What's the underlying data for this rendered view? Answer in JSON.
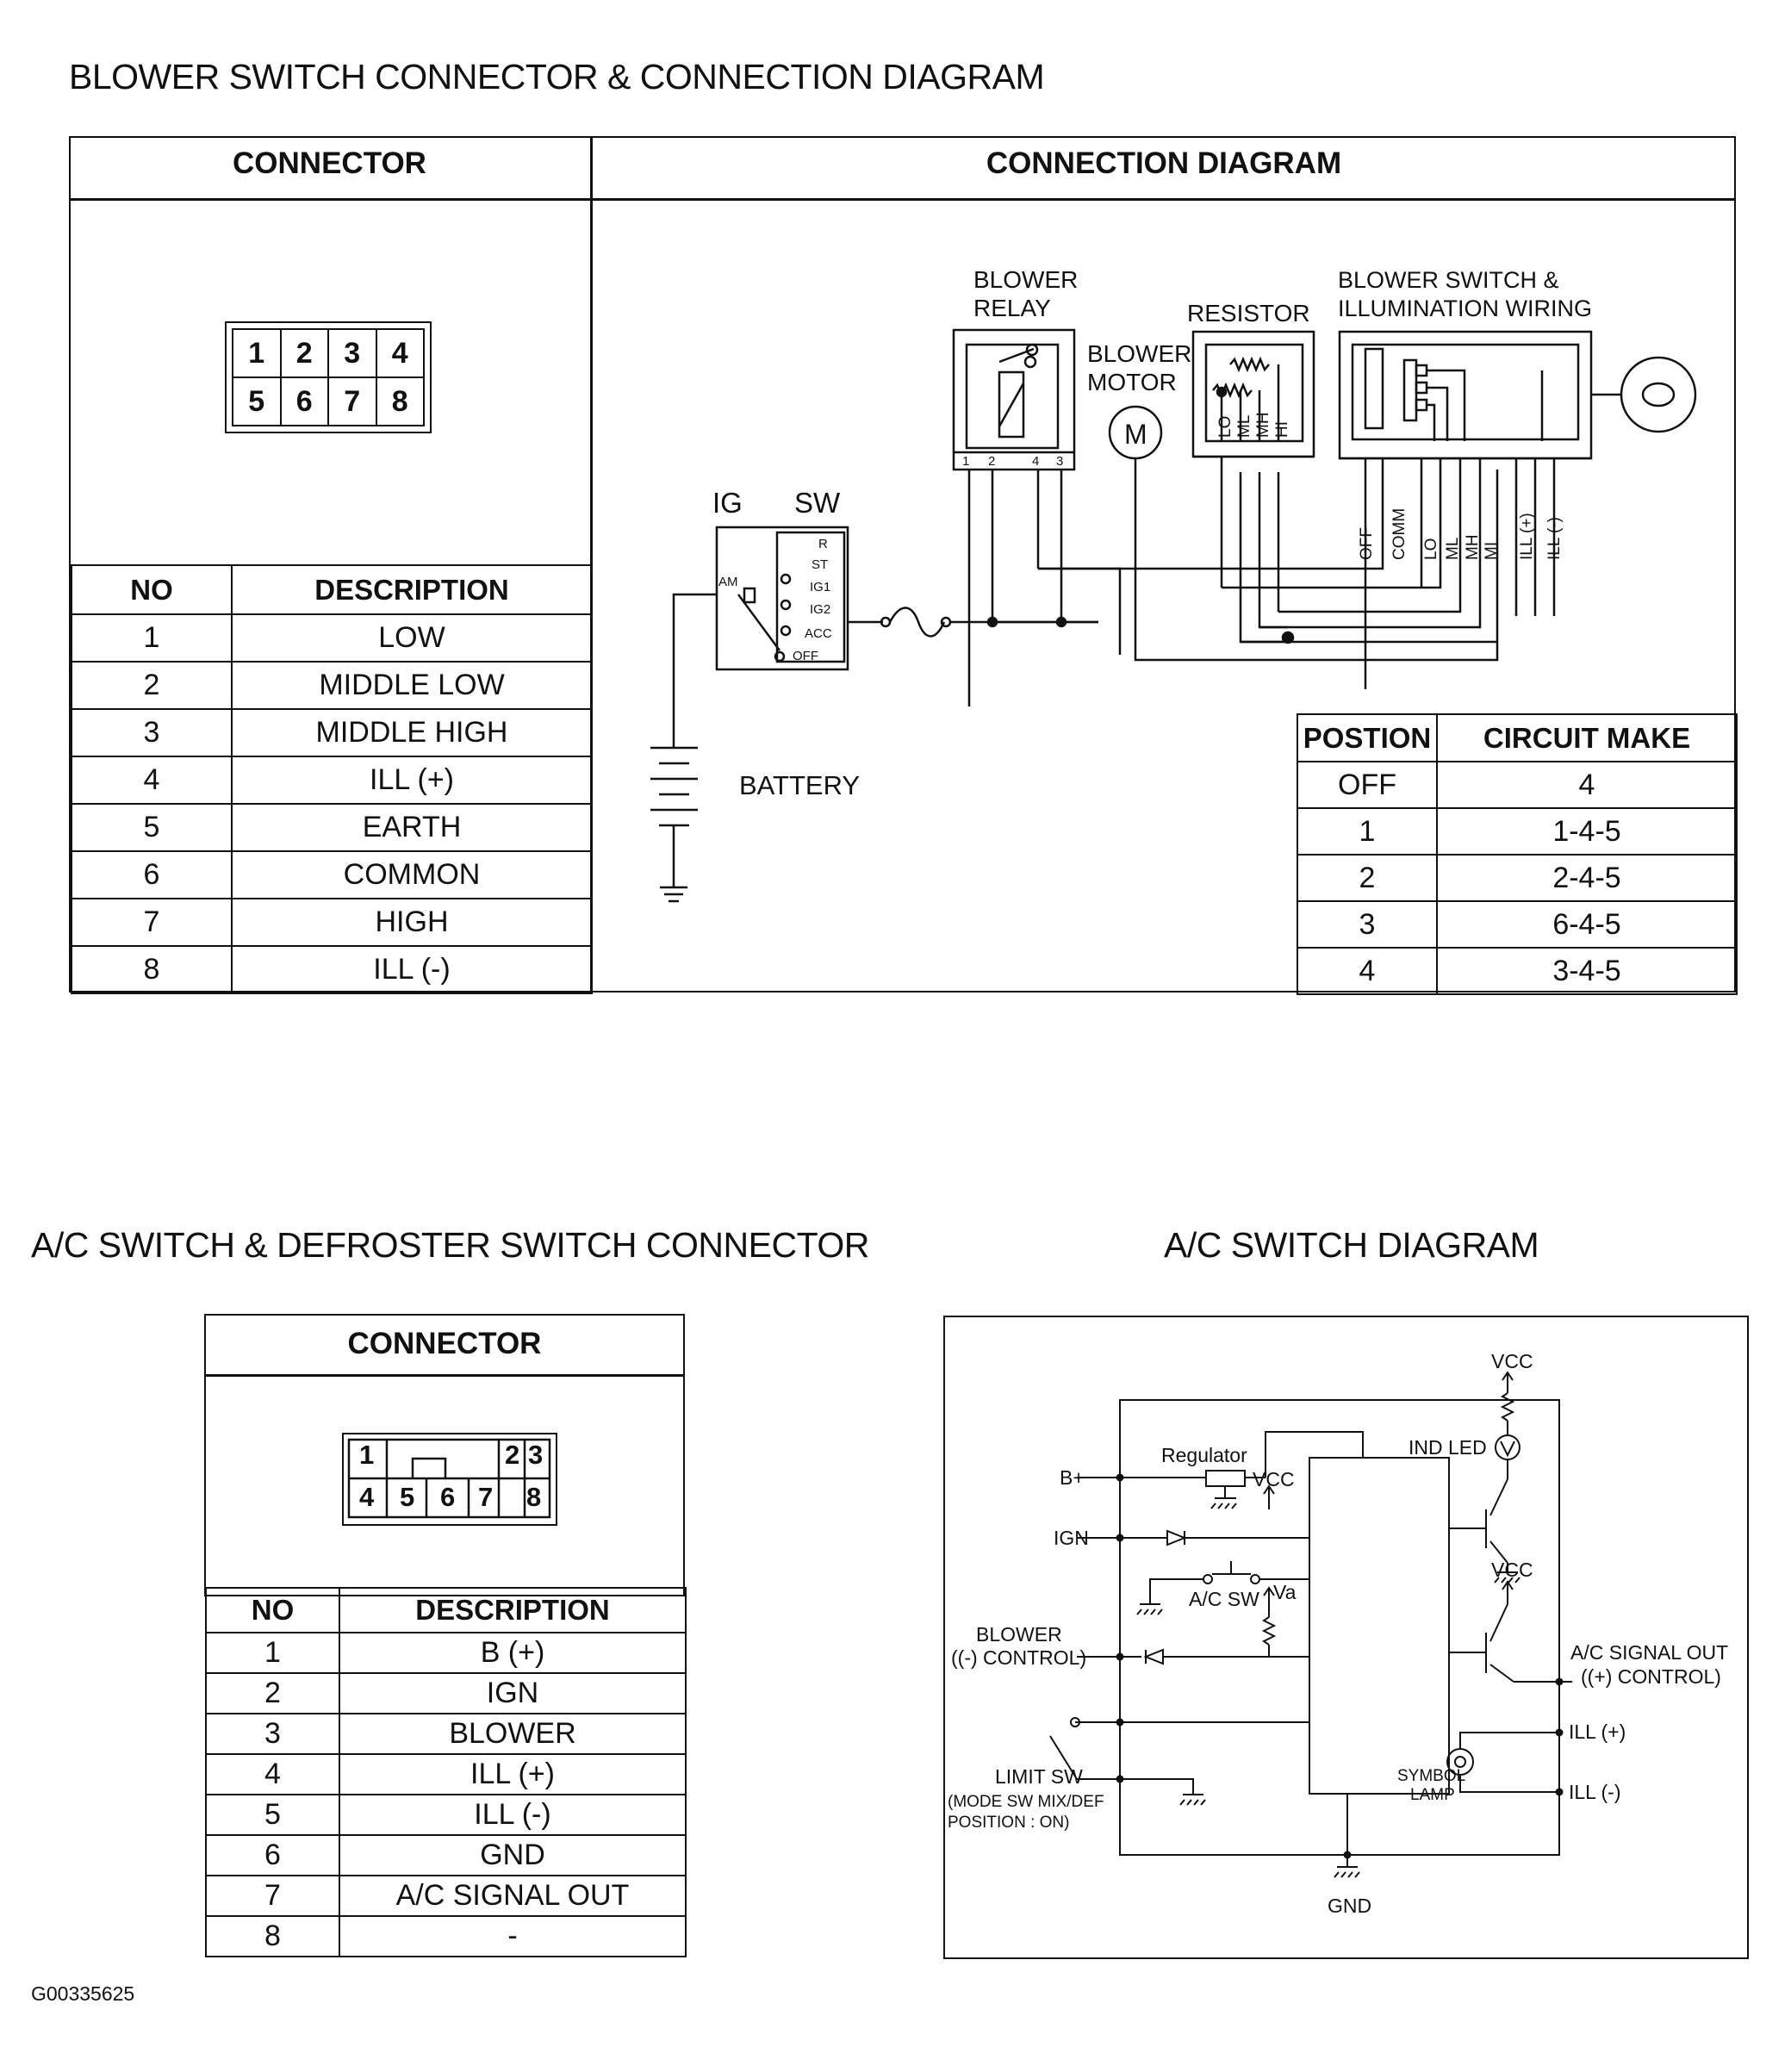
{
  "blower_section": {
    "title": "BLOWER SWITCH CONNECTOR & CONNECTION DIAGRAM",
    "connector_header": "CONNECTOR",
    "diagram_header": "CONNECTION DIAGRAM",
    "pins": [
      "1",
      "2",
      "3",
      "4",
      "5",
      "6",
      "7",
      "8"
    ],
    "table_headers": {
      "no": "NO",
      "description": "DESCRIPTION"
    },
    "rows": [
      {
        "no": "1",
        "desc": "LOW"
      },
      {
        "no": "2",
        "desc": "MIDDLE LOW"
      },
      {
        "no": "3",
        "desc": "MIDDLE HIGH"
      },
      {
        "no": "4",
        "desc": "ILL (+)"
      },
      {
        "no": "5",
        "desc": "EARTH"
      },
      {
        "no": "6",
        "desc": "COMMON"
      },
      {
        "no": "7",
        "desc": "HIGH"
      },
      {
        "no": "8",
        "desc": "ILL (-)"
      }
    ],
    "labels": {
      "blower_relay_1": "BLOWER",
      "blower_relay_2": "RELAY",
      "blower_motor_1": "BLOWER",
      "blower_motor_2": "MOTOR",
      "motor_symbol": "M",
      "resistor": "RESISTOR",
      "switch_wiring_1": "BLOWER SWITCH &",
      "switch_wiring_2": "ILLUMINATION WIRING",
      "ig": "IG",
      "sw": "SW",
      "battery": "BATTERY",
      "ign_r": "R",
      "ign_st": "ST",
      "ign_ig1": "IG1",
      "ign_ig2": "IG2",
      "ign_acc": "ACC",
      "ign_off": "OFF",
      "ign_am": "AM",
      "relay_pins": [
        "1",
        "2",
        "4",
        "3"
      ],
      "res_lo": "LO",
      "res_ml": "ML",
      "res_mh": "MH",
      "res_hi": "HI",
      "sw_off": "OFF",
      "sw_comm": "COMM",
      "sw_lo": "LO",
      "sw_ml": "ML",
      "sw_mh": "MH",
      "sw_mi": "MI",
      "sw_illp": "ILL (+)",
      "sw_illm": "ILL (-)"
    },
    "circuit_table": {
      "headers": {
        "position": "POSTION",
        "circuit": "CIRCUIT MAKE"
      },
      "rows": [
        {
          "pos": "OFF",
          "circuit": "4"
        },
        {
          "pos": "1",
          "circuit": "1-4-5"
        },
        {
          "pos": "2",
          "circuit": "2-4-5"
        },
        {
          "pos": "3",
          "circuit": "6-4-5"
        },
        {
          "pos": "4",
          "circuit": "3-4-5"
        }
      ]
    }
  },
  "ac_connector_section": {
    "title": "A/C SWITCH & DEFROSTER SWITCH CONNECTOR",
    "connector_header": "CONNECTOR",
    "pins_top": [
      "1",
      "2",
      "3"
    ],
    "pins_bottom": [
      "4",
      "5",
      "6",
      "7",
      "8"
    ],
    "table_headers": {
      "no": "NO",
      "description": "DESCRIPTION"
    },
    "rows": [
      {
        "no": "1",
        "desc": "B (+)"
      },
      {
        "no": "2",
        "desc": "IGN"
      },
      {
        "no": "3",
        "desc": "BLOWER"
      },
      {
        "no": "4",
        "desc": "ILL (+)"
      },
      {
        "no": "5",
        "desc": "ILL (-)"
      },
      {
        "no": "6",
        "desc": "GND"
      },
      {
        "no": "7",
        "desc": "A/C SIGNAL OUT"
      },
      {
        "no": "8",
        "desc": "-"
      }
    ]
  },
  "ac_diagram_section": {
    "title": "A/C SWITCH DIAGRAM",
    "labels": {
      "b_plus": "B+",
      "ign": "IGN",
      "blower_1": "BLOWER",
      "blower_2": "((-) CONTROL)",
      "limit_sw": "LIMIT SW",
      "mode_1": "(MODE SW MIX/DEF",
      "mode_2": "POSITION : ON)",
      "regulator": "Regulator",
      "vcc_reg": "VCC",
      "ac_sw": "A/C SW",
      "va": "Va",
      "vcc_top": "VCC",
      "ind_led": "IND LED",
      "vcc_mid": "VCC",
      "ac_signal_1": "A/C SIGNAL OUT",
      "ac_signal_2": "((+) CONTROL)",
      "ill_plus": "ILL (+)",
      "ill_minus": "ILL (-)",
      "symbol_1": "SYMBOL",
      "symbol_2": "LAMP",
      "gnd": "GND"
    }
  },
  "figure_id": "G00335625"
}
